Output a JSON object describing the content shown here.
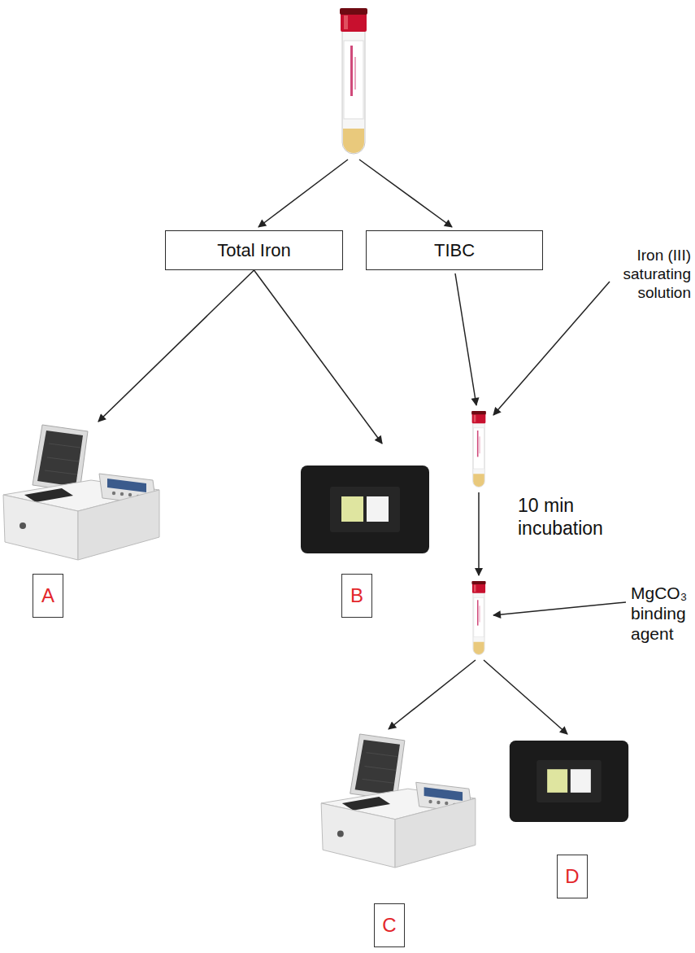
{
  "diagram": {
    "nodes": [
      {
        "text": [
          "Total Iron"
        ]
      },
      {
        "text": [
          "TIBC"
        ]
      },
      {
        "text": [
          "A"
        ]
      },
      {
        "text": [
          "B"
        ]
      },
      {
        "text": [
          "C"
        ]
      },
      {
        "text": [
          "D"
        ]
      }
    ],
    "edges": [
      {
        "from": 0,
        "to": 2,
        "arrow": "to"
      },
      {
        "from": 0,
        "to": 3,
        "arrow": "to"
      }
    ],
    "labels": [
      "Iron (III) saturating solution",
      "10 min incubation",
      "MgCO₃ binding agent"
    ]
  }
}
